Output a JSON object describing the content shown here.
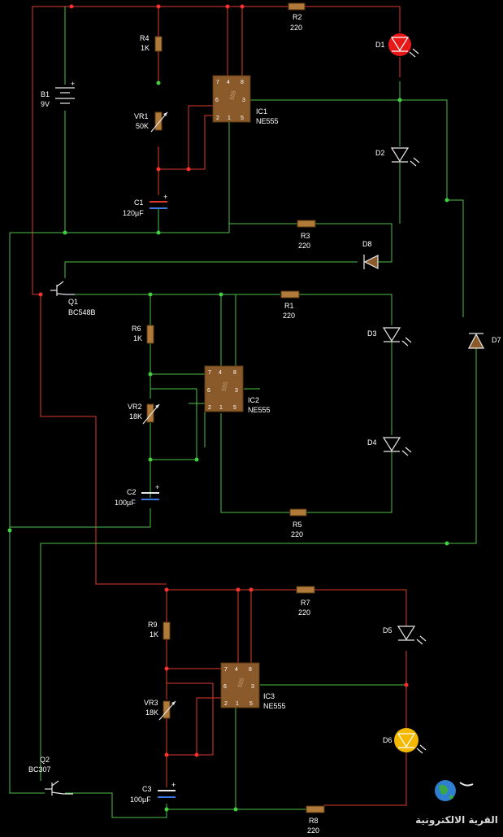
{
  "components": {
    "R2": {
      "ref": "R2",
      "value": "220"
    },
    "R4": {
      "ref": "R4",
      "value": "1K"
    },
    "B1": {
      "ref": "B1",
      "value": "9V"
    },
    "VR1": {
      "ref": "VR1",
      "value": "50K"
    },
    "IC1": {
      "ref": "IC1",
      "value": "NE555"
    },
    "C1": {
      "ref": "C1",
      "value": "120µF"
    },
    "R3": {
      "ref": "R3",
      "value": "220"
    },
    "D1": {
      "ref": "D1"
    },
    "D2": {
      "ref": "D2"
    },
    "D8": {
      "ref": "D8"
    },
    "Q1": {
      "ref": "Q1",
      "value": "BC548B"
    },
    "R1": {
      "ref": "R1",
      "value": "220"
    },
    "R6": {
      "ref": "R6",
      "value": "1K"
    },
    "D3": {
      "ref": "D3"
    },
    "D7": {
      "ref": "D7"
    },
    "IC2": {
      "ref": "IC2",
      "value": "NE555"
    },
    "VR2": {
      "ref": "VR2",
      "value": "18K"
    },
    "D4": {
      "ref": "D4"
    },
    "C2": {
      "ref": "C2",
      "value": "100µF"
    },
    "R5": {
      "ref": "R5",
      "value": "220"
    },
    "R7": {
      "ref": "R7",
      "value": "220"
    },
    "R9": {
      "ref": "R9",
      "value": "1K"
    },
    "D5": {
      "ref": "D5"
    },
    "IC3": {
      "ref": "IC3",
      "value": "NE555"
    },
    "VR3": {
      "ref": "VR3",
      "value": "18K"
    },
    "D6": {
      "ref": "D6"
    },
    "Q2": {
      "ref": "Q2",
      "value": "BC307"
    },
    "C3": {
      "ref": "C3",
      "value": "100µF"
    },
    "R8": {
      "ref": "R8",
      "value": "220"
    }
  },
  "chip": {
    "logo": "555",
    "pins_top": [
      "7",
      "4",
      "8"
    ],
    "pins_mid": [
      "6",
      "3"
    ],
    "pins_bot": [
      "2",
      "1",
      "5"
    ]
  },
  "polarity": {
    "plus": "+"
  },
  "watermark": {
    "text": "القرية الالكترونية"
  },
  "colors": {
    "wire_powered": "#e03a2a",
    "wire_ground": "#4ec04a",
    "led_red": "#e81818",
    "led_yellow": "#f5b800",
    "background": "#000000"
  }
}
